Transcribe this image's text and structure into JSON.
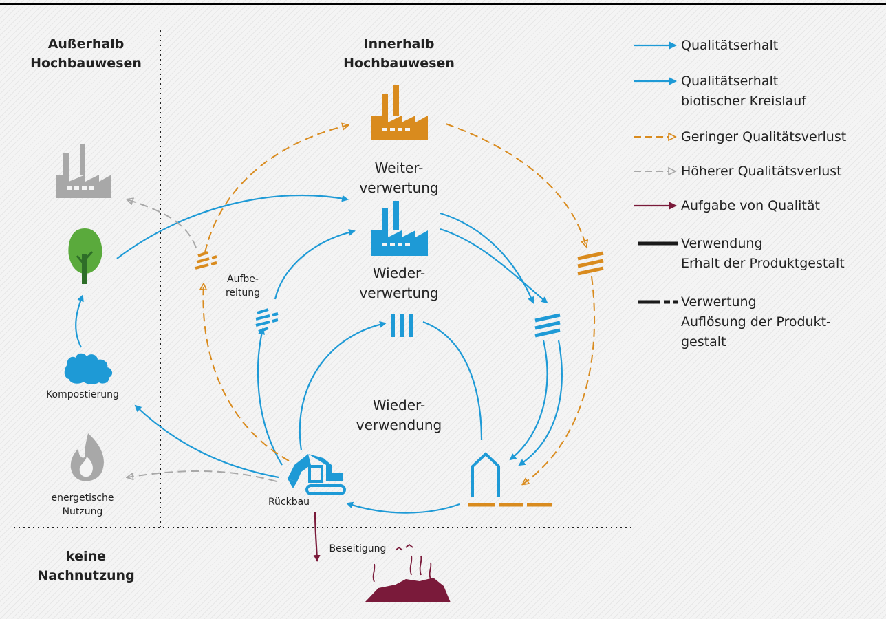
{
  "headers": {
    "outside_line1": "Außerhalb",
    "outside_line2": "Hochbauwesen",
    "inside_line1": "Innerhalb",
    "inside_line2": "Hochbauwesen",
    "none_line1": "keine",
    "none_line2": "Nachnutzung"
  },
  "stages": {
    "weiter_line1": "Weiter-",
    "weiter_line2": "verwertung",
    "wieder_verw_line1": "Wieder-",
    "wieder_verw_line2": "verwertung",
    "wieder_verwend_line1": "Wieder-",
    "wieder_verwend_line2": "verwendung"
  },
  "labels": {
    "aufbereitung_line1": "Aufbe-",
    "aufbereitung_line2": "reitung",
    "kompostierung": "Kompostierung",
    "energetische_line1": "energetische",
    "energetische_line2": "Nutzung",
    "rueckbau": "Rückbau",
    "beseitigung": "Beseitigung"
  },
  "legend": [
    {
      "line1": "Qualitätserhalt",
      "line2": "",
      "line3": "",
      "symbol": "arrow",
      "color": "#1e9ad6"
    },
    {
      "line1": "Qualitätserhalt",
      "line2": "biotischer Kreislauf",
      "line3": "",
      "symbol": "arrow",
      "color": "#1e9ad6"
    },
    {
      "line1": "Geringer Qualitätsverlust",
      "line2": "",
      "line3": "",
      "symbol": "dashed-arrow",
      "color": "#d98b1e"
    },
    {
      "line1": "Höherer Qualitätsverlust",
      "line2": "",
      "line3": "",
      "symbol": "dashed-arrow",
      "color": "#a8a8a8"
    },
    {
      "line1": "Aufgabe von Qualität",
      "line2": "",
      "line3": "",
      "symbol": "arrow",
      "color": "#7a1a3a"
    },
    {
      "line1": "Verwendung",
      "line2": "Erhalt der Produktgestalt",
      "line3": "",
      "symbol": "solid-bar",
      "color": "#1a1a1a"
    },
    {
      "line1": "Verwertung",
      "line2": "Auflösung der Produkt-",
      "line3": "gestalt",
      "symbol": "broken-bar",
      "color": "#1a1a1a"
    }
  ],
  "colors": {
    "blue": "#1e9ad6",
    "orange": "#d98b1e",
    "gray": "#a8a8a8",
    "maroon": "#7a1a3a",
    "green": "#5aaa3c",
    "dark_green": "#2e6e28"
  },
  "icons": [
    "factory-icon",
    "tree-icon",
    "compost-icon",
    "flame-icon",
    "excavator-icon",
    "house-icon",
    "landfill-icon",
    "material-bars-icon"
  ]
}
